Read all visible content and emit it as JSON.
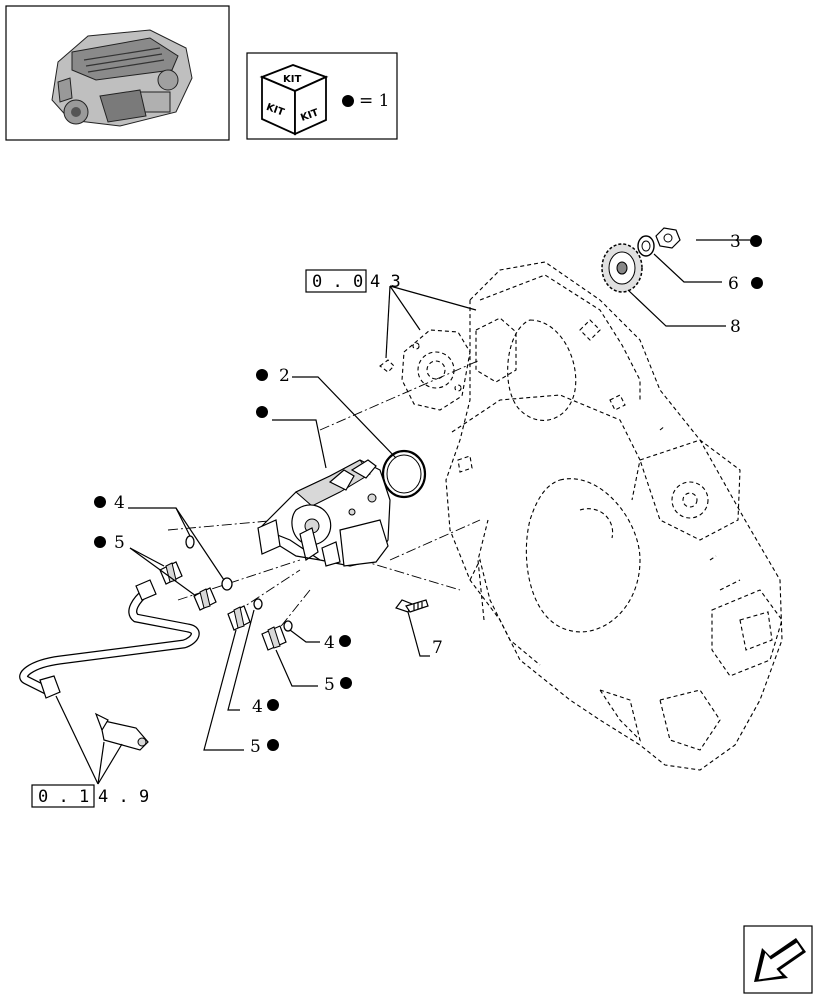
{
  "legend": {
    "kit_text": "KIT",
    "equals_text": "= 1"
  },
  "callouts": [
    {
      "id": "c2",
      "text": "2"
    },
    {
      "id": "c3",
      "text": "3"
    },
    {
      "id": "c4a",
      "text": "4"
    },
    {
      "id": "c4b",
      "text": "4"
    },
    {
      "id": "c4c",
      "text": "4"
    },
    {
      "id": "c5a",
      "text": "5"
    },
    {
      "id": "c5b",
      "text": "5"
    },
    {
      "id": "c5c",
      "text": "5"
    },
    {
      "id": "c6",
      "text": "6"
    },
    {
      "id": "c7",
      "text": "7"
    },
    {
      "id": "c8",
      "text": "8"
    }
  ],
  "references": {
    "ref1_box": "0 . 0",
    "ref1_rest": "4   3",
    "ref2_box": "0 . 1",
    "ref2_rest": "4 . 9"
  }
}
